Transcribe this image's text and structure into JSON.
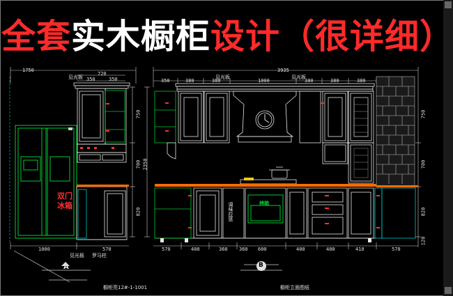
{
  "title": {
    "part1": "全套",
    "part2": "实木橱柜",
    "part3": "设计（很详细）"
  },
  "colors": {
    "red": "#ff2a2a",
    "white": "#ffffff",
    "green": "#00cc33",
    "cyan": "#00c8c8",
    "background": "#000000"
  },
  "elevation_a": {
    "top_dims": [
      "1750",
      "720",
      "350",
      "350"
    ],
    "side_dims": [
      "750",
      "700",
      "820"
    ],
    "bottom_dims": [
      "1000",
      "570"
    ],
    "labels": {
      "see_light": "见光板",
      "see_light_bottom": "见光板",
      "roman_column": "罗马柱"
    },
    "fridge_label": [
      "双门",
      "冰箱"
    ],
    "section_marker": "A",
    "drawing_code": "橱柜亮12#-1-1001"
  },
  "elevation_b": {
    "total_width": "3935",
    "see_light_left": "见光板",
    "see_light_right": "见光板",
    "top_dims": [
      "350",
      "380",
      "380",
      "1000",
      "380",
      "380",
      "380"
    ],
    "side_dims_left": [
      "2350"
    ],
    "side_dims_right": [
      "750",
      "700",
      "820",
      "120"
    ],
    "bottom_dims": [
      "570",
      "400",
      "360",
      "600",
      "400",
      "410",
      "570"
    ],
    "bottom_extra": [
      "400",
      "360"
    ],
    "drawer_text": "调味拉篮",
    "oven_text": "烤箱",
    "section_marker": "B",
    "drawing_title": "橱柜立面图纸"
  }
}
